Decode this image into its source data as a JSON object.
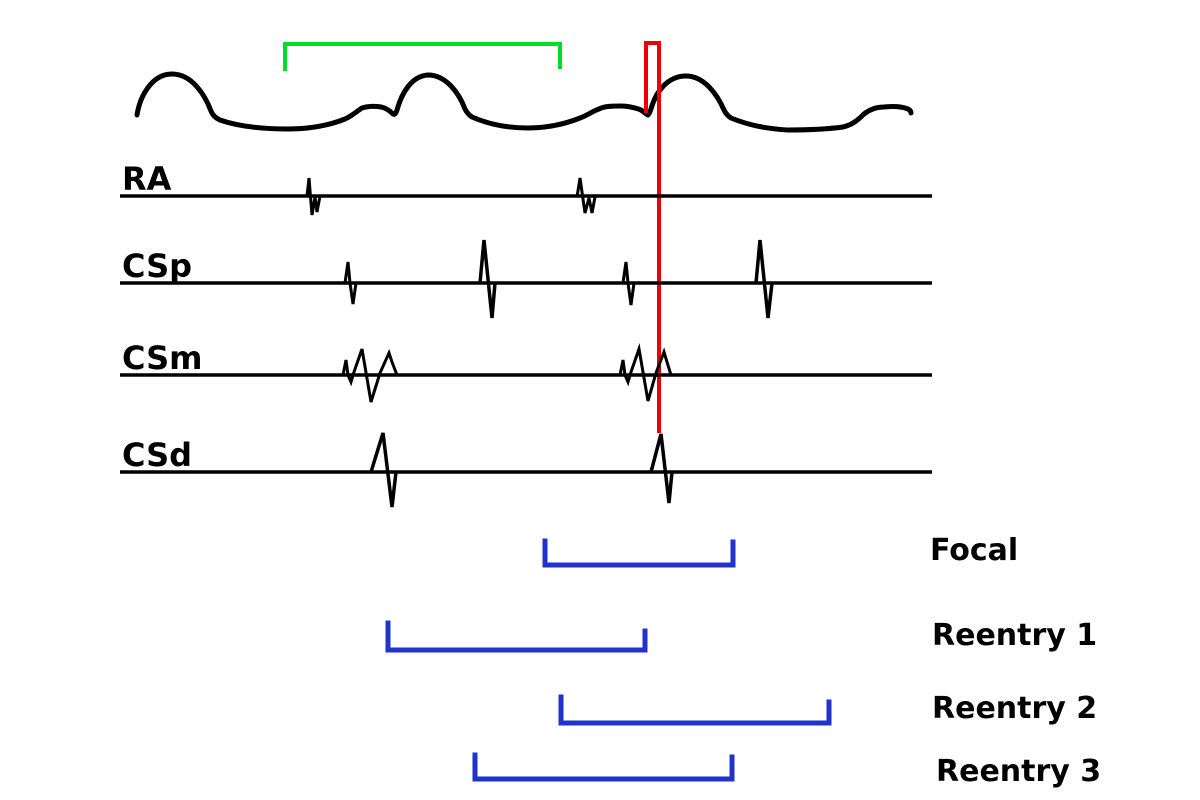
{
  "figure": {
    "background": "#ffffff",
    "colors": {
      "trace": "#000000",
      "interval_marker": "#00dd22",
      "timing_marker": "#ee0000",
      "bracket": "#2233cc"
    },
    "tracks": [
      {
        "label": "RA"
      },
      {
        "label": "CSp"
      },
      {
        "label": "CSm"
      },
      {
        "label": "CSd"
      }
    ],
    "mechanism_brackets": [
      {
        "label": "Focal"
      },
      {
        "label": "Reentry 1"
      },
      {
        "label": "Reentry 2"
      },
      {
        "label": "Reentry 3"
      }
    ]
  }
}
